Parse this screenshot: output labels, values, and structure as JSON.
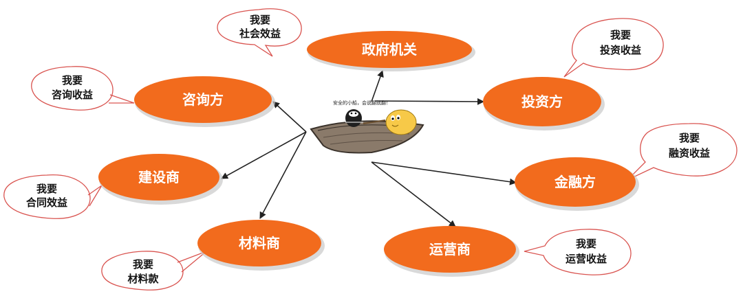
{
  "center": {
    "caption": "安全的小船，会说翻就翻！"
  },
  "stakeholders": [
    {
      "id": "government",
      "label": "政府机关",
      "bubble": [
        "我要",
        "社会效益"
      ]
    },
    {
      "id": "investor",
      "label": "投资方",
      "bubble": [
        "我要",
        "投资收益"
      ]
    },
    {
      "id": "consultant",
      "label": "咨询方",
      "bubble": [
        "我要",
        "咨询收益"
      ]
    },
    {
      "id": "financier",
      "label": "金融方",
      "bubble": [
        "我要",
        "融资收益"
      ]
    },
    {
      "id": "builder",
      "label": "建设商",
      "bubble": [
        "我要",
        "合同效益"
      ]
    },
    {
      "id": "supplier",
      "label": "材料商",
      "bubble": [
        "我要",
        "材料款"
      ]
    },
    {
      "id": "operator",
      "label": "运营商",
      "bubble": [
        "我要",
        "运营收益"
      ]
    }
  ],
  "colors": {
    "node_fill": "#f26b1d",
    "node_shadow": "#c9c9c9",
    "bubble_stroke": "#d9534f",
    "arrow": "#222222",
    "boat": "#8a7a6a"
  }
}
